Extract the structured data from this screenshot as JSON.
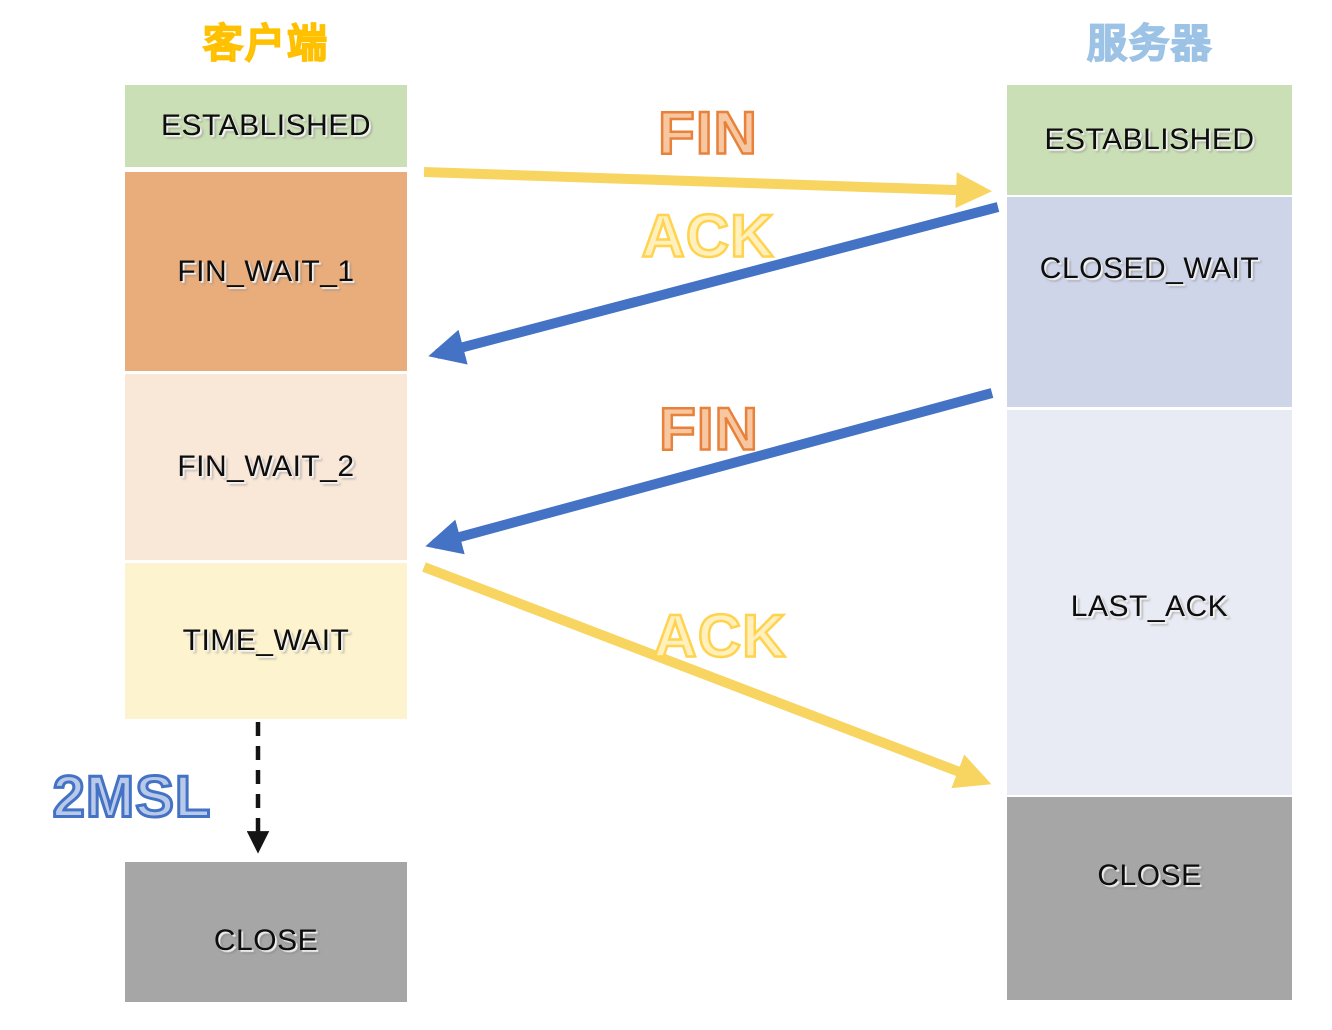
{
  "client": {
    "title": "客户端",
    "title_color": "#FFC000",
    "states": [
      {
        "label": "ESTABLISHED",
        "bg": "#CBDFB6"
      },
      {
        "label": "FIN_WAIT_1",
        "bg": "#E9AD7C"
      },
      {
        "label": "FIN_WAIT_2",
        "bg": "#F9E7D8"
      },
      {
        "label": "TIME_WAIT",
        "bg": "#FDF3CE"
      },
      {
        "label": "CLOSE",
        "bg": "#A6A6A6"
      }
    ]
  },
  "server": {
    "title": "服务器",
    "title_color": "#9DC3E6",
    "states": [
      {
        "label": "ESTABLISHED",
        "bg": "#CBDFB6"
      },
      {
        "label": "CLOSED_WAIT",
        "bg": "#CFD5E8"
      },
      {
        "label": "LAST_ACK",
        "bg": "#E8EBF3"
      },
      {
        "label": "CLOSE",
        "bg": "#A6A6A6"
      }
    ]
  },
  "messages": {
    "fin1": {
      "label": "FIN",
      "from": "client",
      "to": "server",
      "arrow_color": "#F7D560",
      "label_outline": "#E8813A",
      "label_fill": "#F6C7A0"
    },
    "ack1": {
      "label": "ACK",
      "from": "server",
      "to": "client",
      "arrow_color": "#4472C4",
      "label_outline": "#FFD34D",
      "label_fill": "#FFF0BE"
    },
    "fin2": {
      "label": "FIN",
      "from": "server",
      "to": "client",
      "arrow_color": "#4472C4",
      "label_outline": "#E8813A",
      "label_fill": "#F6C7A0"
    },
    "ack2": {
      "label": "ACK",
      "from": "client",
      "to": "server",
      "arrow_color": "#F7D560",
      "label_outline": "#FFD34D",
      "label_fill": "#FFF0BE"
    }
  },
  "timer": {
    "label": "2MSL",
    "color": "#4472C4",
    "arrow_color": "#141414"
  }
}
